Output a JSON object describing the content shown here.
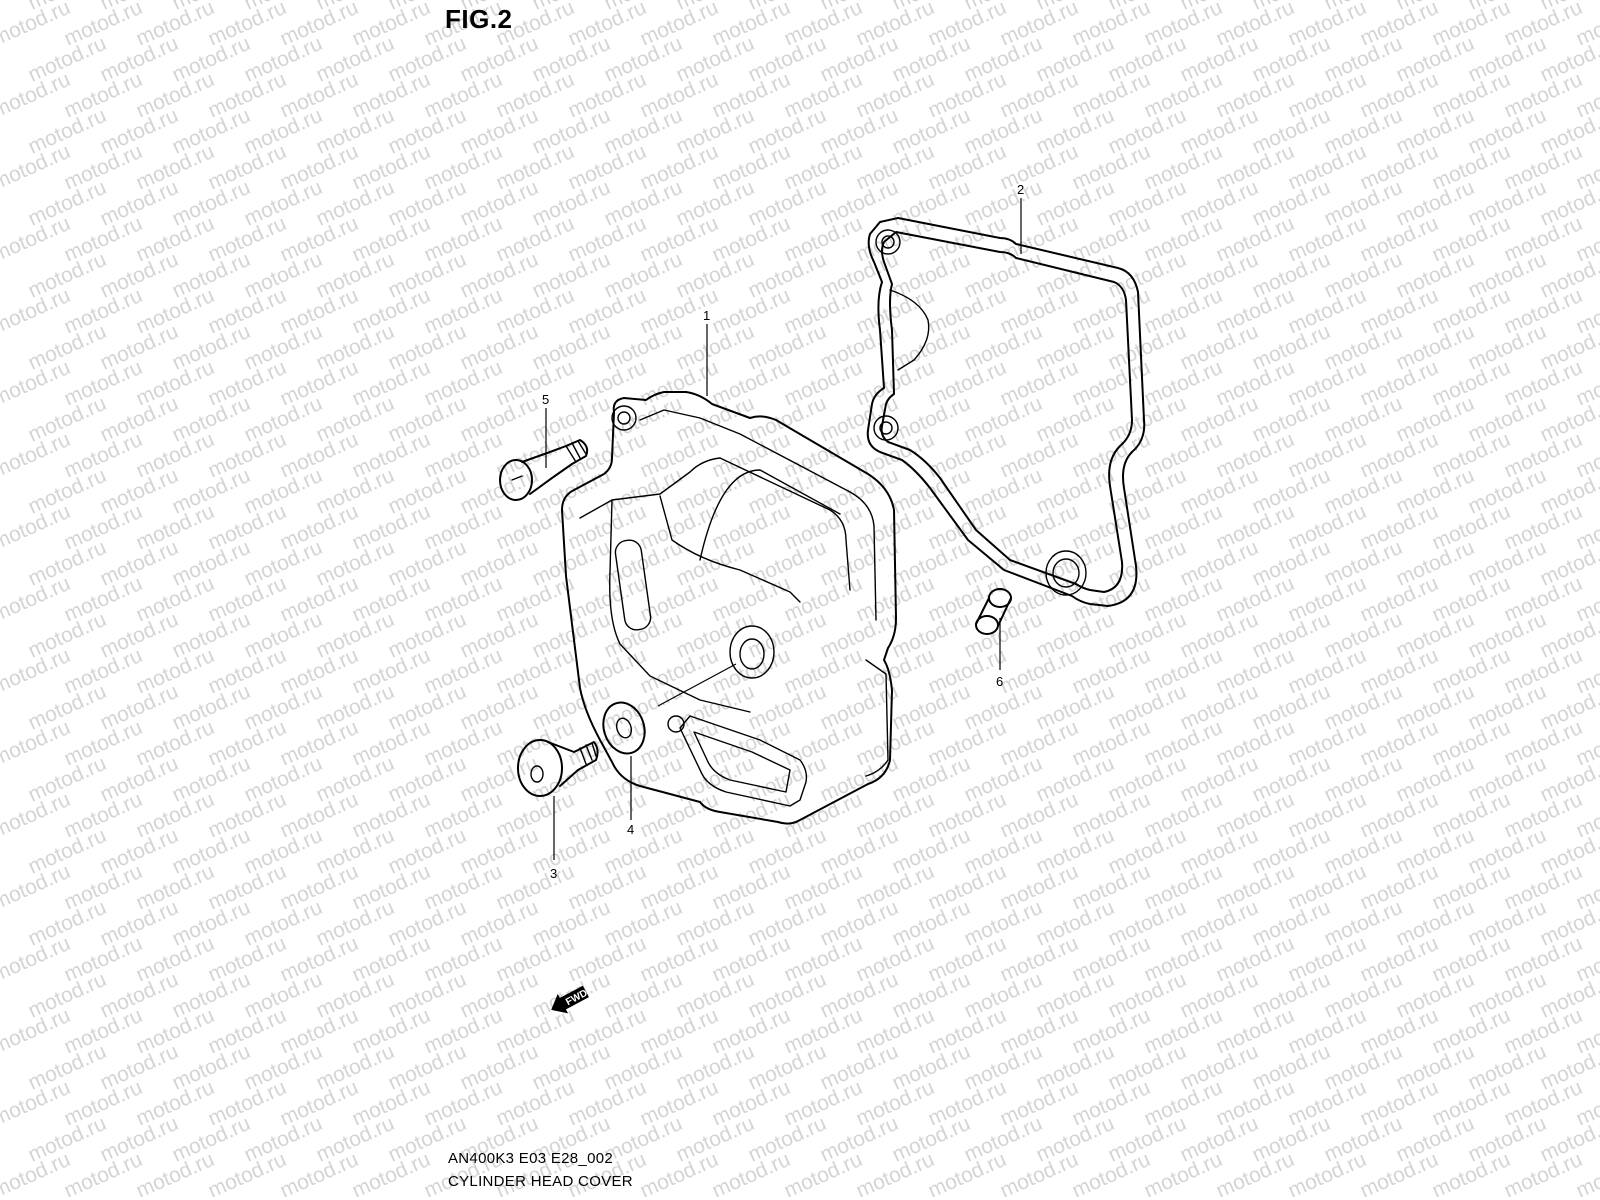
{
  "figure": {
    "title": "FIG.2",
    "code": "AN400K3 E03 E28_002",
    "name": "CYLINDER HEAD COVER"
  },
  "watermark": {
    "text": "motod.ru",
    "color": "#d4d4d4"
  },
  "parts": [
    {
      "id": "1",
      "label": "1",
      "name": "cylinder-head-cover"
    },
    {
      "id": "2",
      "label": "2",
      "name": "head-cover-gasket"
    },
    {
      "id": "3",
      "label": "3",
      "name": "cover-bolt"
    },
    {
      "id": "4",
      "label": "4",
      "name": "washer"
    },
    {
      "id": "5",
      "label": "5",
      "name": "cover-bolt-upper"
    },
    {
      "id": "6",
      "label": "6",
      "name": "spacer-dowel"
    }
  ],
  "fwd_arrow": {
    "label": "FWD",
    "icon": "fwd-arrow-icon"
  }
}
